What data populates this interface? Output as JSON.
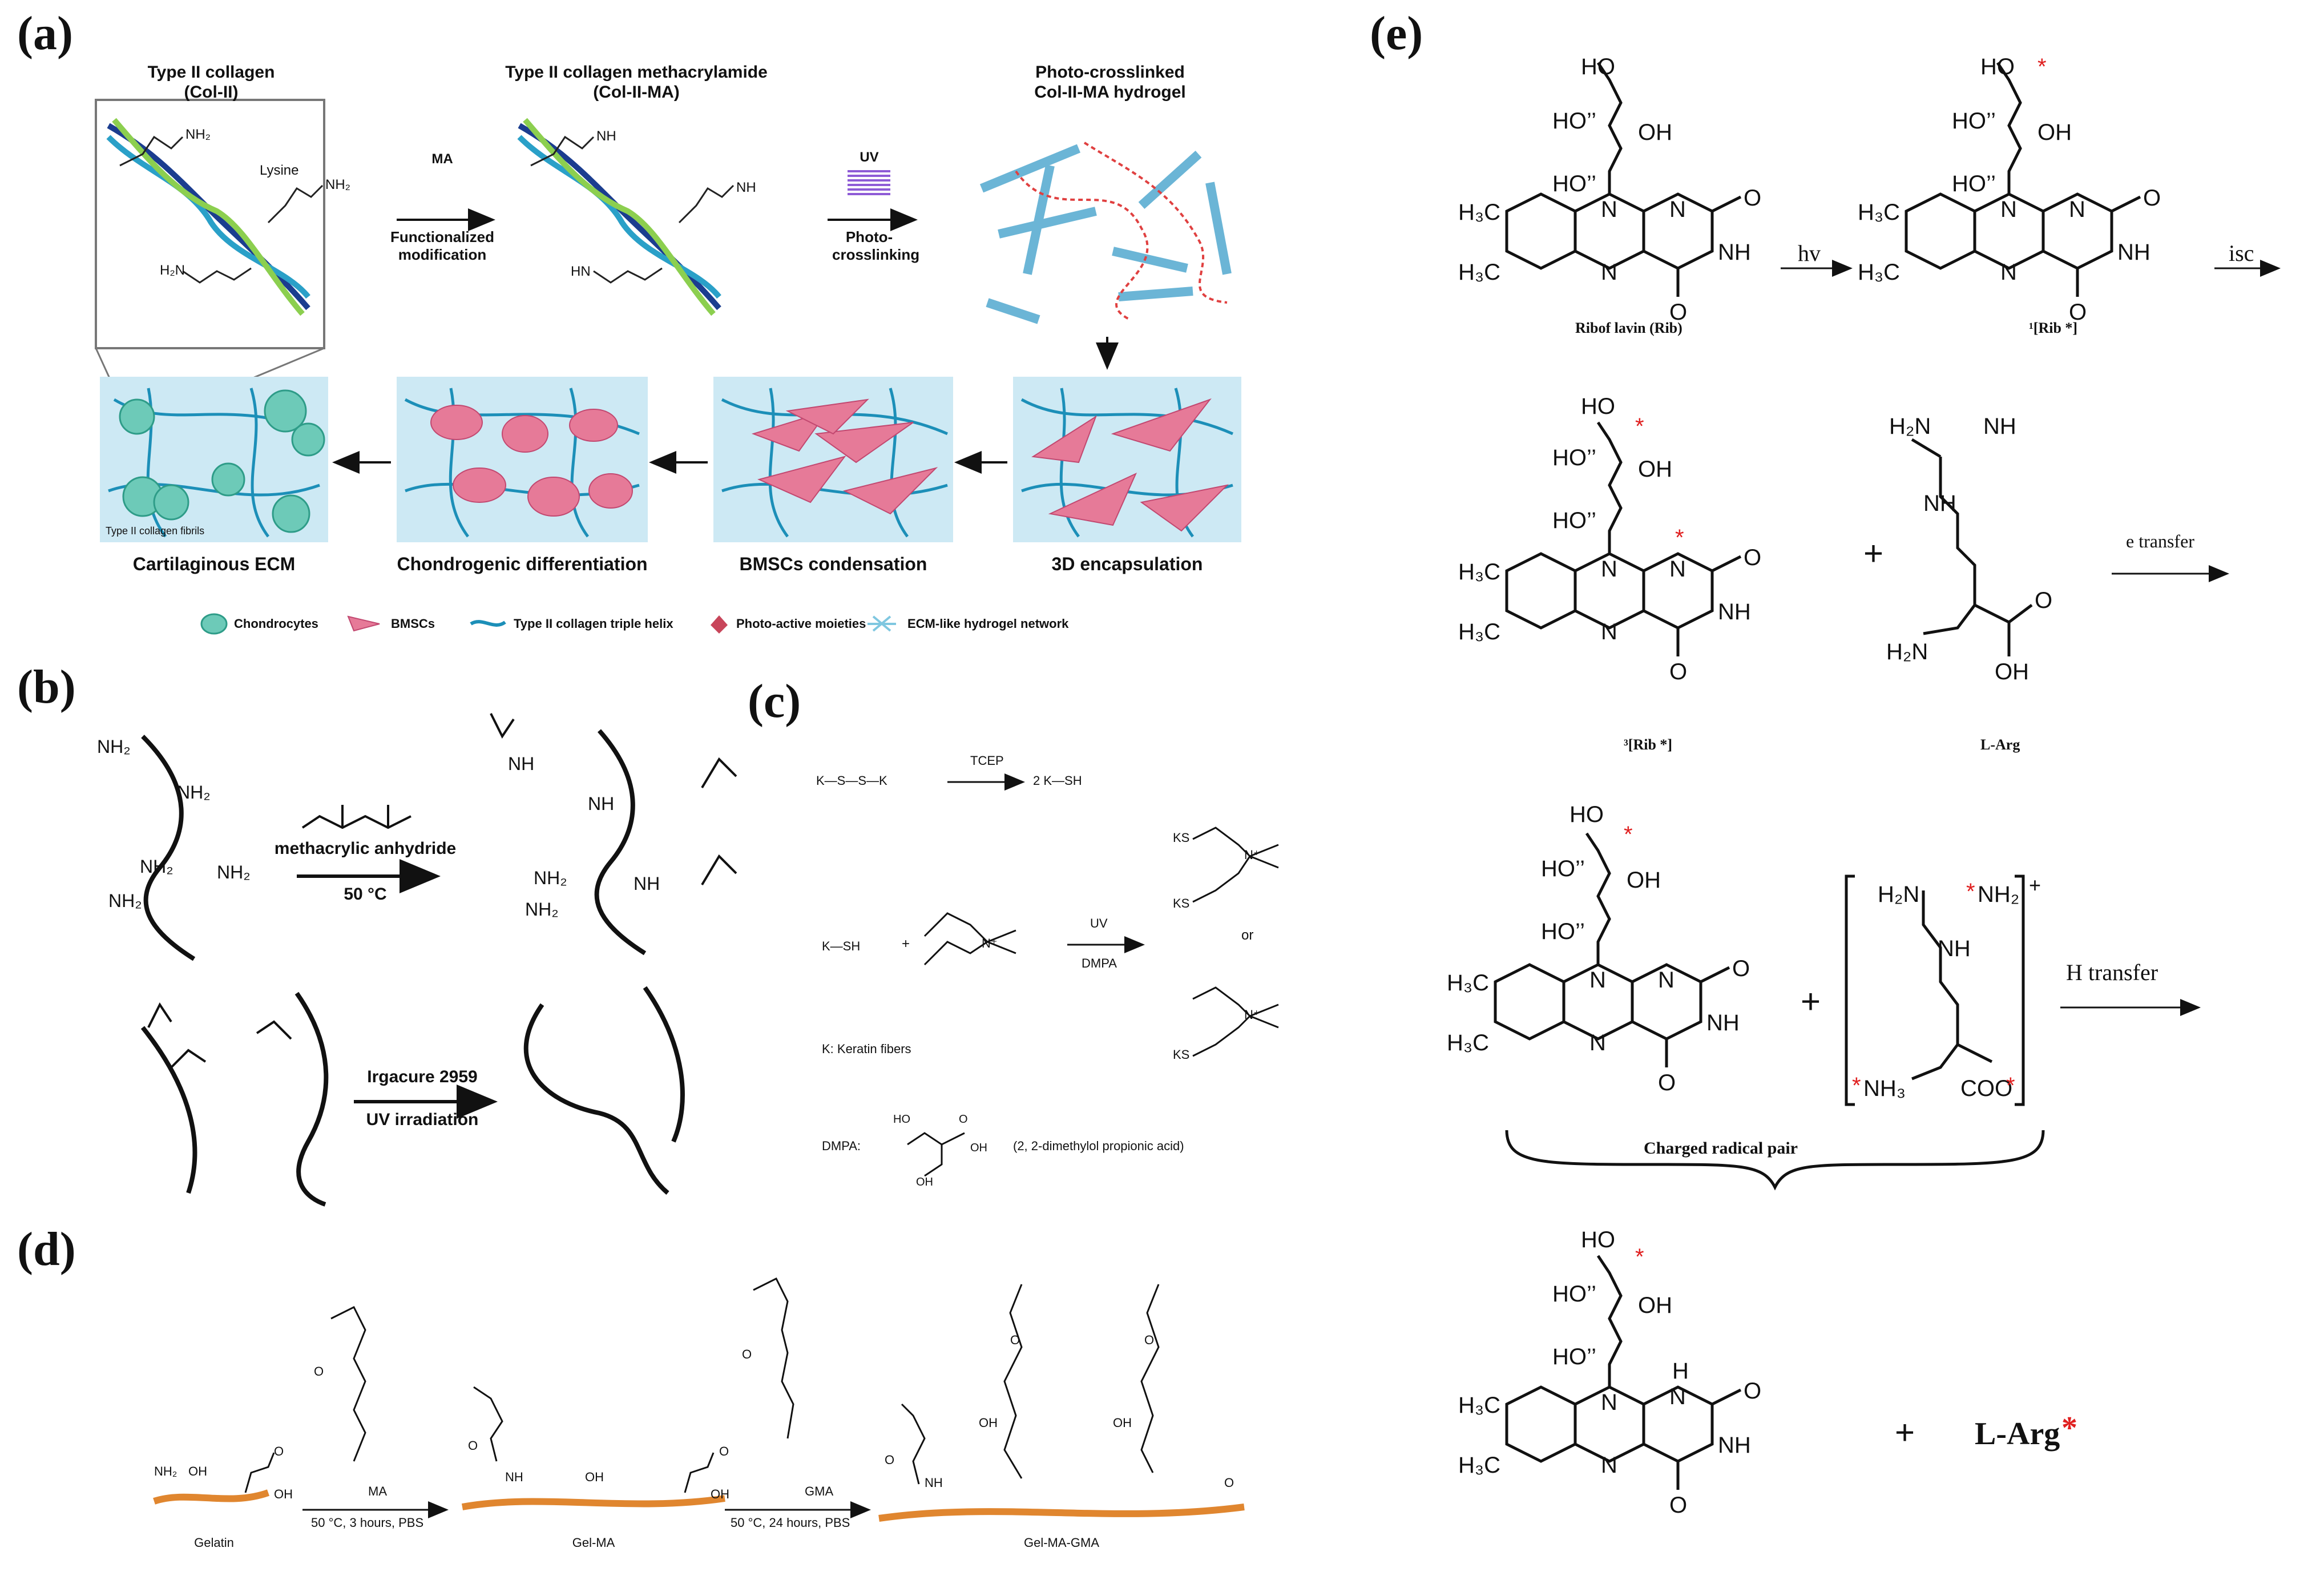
{
  "panels": {
    "a": "(a)",
    "b": "(b)",
    "c": "(c)",
    "d": "(d)",
    "e": "(e)"
  },
  "a": {
    "col2_title": "Type II collagen",
    "col2_sub": "(Col-II)",
    "colma_title": "Type II collagen methacrylamide",
    "colma_sub": "(Col-II-MA)",
    "hydrogel_title": "Photo-crosslinked",
    "hydrogel_sub": "Col-II-MA hydrogel",
    "lysine": "Lysine",
    "nh2": "NH₂",
    "h2n": "H₂N",
    "nh": "NH",
    "hn": "HN",
    "step1_reagent": "MA",
    "step1_label": "Functionalized modification",
    "step2_reagent": "UV",
    "step2_label": "Photo-crosslinking",
    "fibrils": "Type II collagen fibrils",
    "stages": [
      "Cartilaginous ECM",
      "Chondrogenic differentiation",
      "BMSCs condensation",
      "3D encapsulation"
    ],
    "legend": [
      "Chondrocytes",
      "BMSCs",
      "Type II collagen triple helix",
      "Photo-active moieties",
      "ECM-like hydrogel network"
    ]
  },
  "b": {
    "nh2": "NH₂",
    "nh": "NH",
    "reagent": "methacrylic anhydride",
    "temp": "50 °C",
    "init": "Irgacure 2959",
    "uv": "UV irradiation"
  },
  "c": {
    "r1_left": "K—S—S—K",
    "tcep": "TCEP",
    "r1_right": "2  K—SH",
    "ksh": "K—SH",
    "plus": "+",
    "uv": "UV",
    "dmpa": "DMPA",
    "or": "or",
    "ks": "KS",
    "nplus": "N⁺",
    "k_def": "K: Keratin fibers",
    "dmpa_label": "DMPA:",
    "dmpa_full": "(2, 2-dimethylol propionic acid)",
    "ho": "HO",
    "oh": "OH",
    "o": "O"
  },
  "d": {
    "nh2": "NH₂",
    "oh": "OH",
    "o": "O",
    "nh": "NH",
    "ma": "MA",
    "gma": "GMA",
    "cond1": "50 °C, 3 hours, PBS",
    "cond2": "50 °C, 24 hours, PBS",
    "names": [
      "Gelatin",
      "Gel-MA",
      "Gel-MA-GMA"
    ]
  },
  "e": {
    "ho": "HO",
    "hoi": "HO’’",
    "oh": "OH",
    "o": "O",
    "n": "N",
    "nh": "NH",
    "h": "H",
    "h3c": "H₃C",
    "hv": "hv",
    "isc": "isc",
    "et": "e transfer",
    "ht": "H transfer",
    "rib": "Ribof lavin (Rib)",
    "rib1": "¹[Rib *]",
    "rib3": "³[Rib *]",
    "larg": "L-Arg",
    "h2n": "H₂N",
    "nh2": "NH₂",
    "nh3": "NH₃",
    "coo": "COO",
    "plus": "+",
    "crp": "Charged radical pair",
    "final": "L-Arg",
    "star": "*"
  }
}
